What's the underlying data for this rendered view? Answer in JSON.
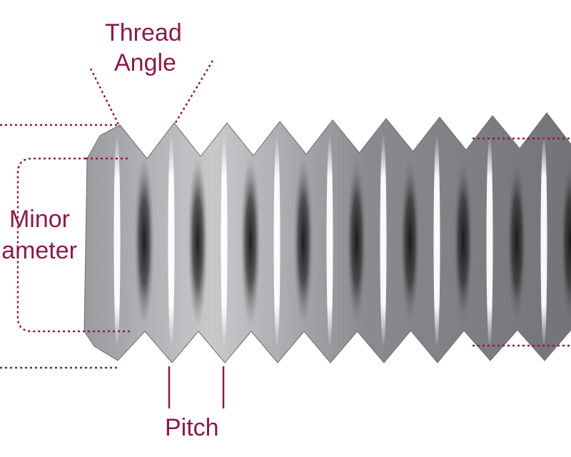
{
  "labels": {
    "thread_angle_line1": "Thread",
    "thread_angle_line2": "Angle",
    "minor_diameter_line1": "Minor",
    "minor_diameter_line2": "Diameter",
    "pitch": "Pitch"
  },
  "colors": {
    "annotation": "#8b1a4a",
    "bolt_body": "#7f8083",
    "bolt_light": "#b8b9bb",
    "bolt_highlight": "#f2f2f2",
    "bolt_shadow": "#1a1a1a",
    "background": "#ffffff"
  }
}
